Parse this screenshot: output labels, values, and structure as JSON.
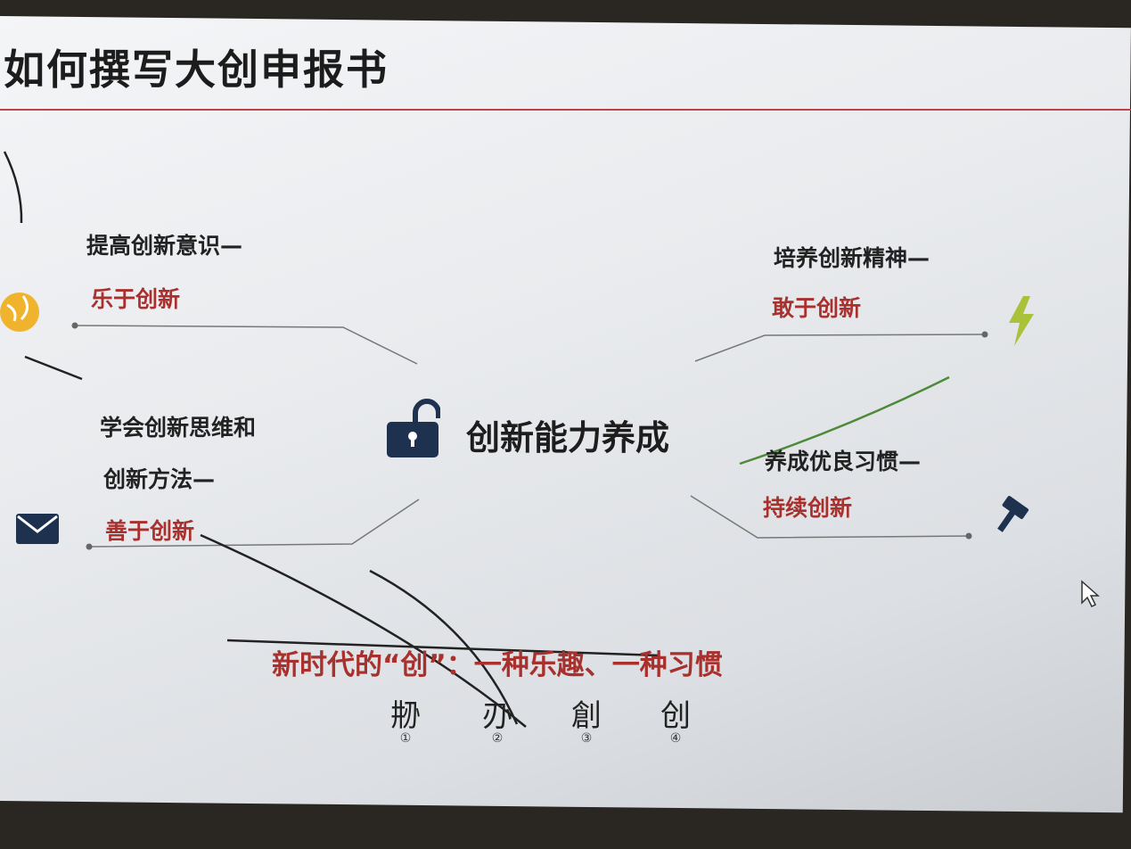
{
  "title": "如何撰写大创申报书",
  "center": {
    "label": "创新能力养成",
    "icon": "unlock-icon"
  },
  "branches": [
    {
      "heading": "提高创新意识—",
      "sub": "乐于创新",
      "icon": "globe-icon"
    },
    {
      "heading_line1": "学会创新思维和",
      "heading_line2": "创新方法—",
      "sub": "善于创新",
      "icon": "mail-icon"
    },
    {
      "heading": "培养创新精神—",
      "sub": "敢于创新",
      "icon": "lightning-icon"
    },
    {
      "heading": "养成优良习惯—",
      "sub": "持续创新",
      "icon": "hammer-icon"
    }
  ],
  "motto": "新时代的“创”：一种乐趣、一种习惯",
  "evolution": [
    {
      "glyph": "刱",
      "num": "①"
    },
    {
      "glyph": "刅",
      "num": "②"
    },
    {
      "glyph": "創",
      "num": "③"
    },
    {
      "glyph": "创",
      "num": "④"
    }
  ],
  "colors": {
    "accent": "#a8312e",
    "rule": "#b9444a"
  }
}
